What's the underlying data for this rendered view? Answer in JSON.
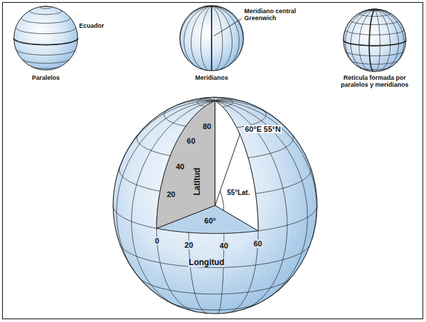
{
  "diagram": {
    "labels": [
      "Ecuador",
      "Paralelos",
      "Meridiano central Greenwich",
      "Meridianos",
      "Retícula formada por paralelos y meridianos",
      "80",
      "60",
      "40",
      "20",
      "Latitud",
      "60°E 55°N",
      "55°Lat.",
      "60°",
      "0",
      "20",
      "40",
      "60",
      "Longitud"
    ]
  }
}
